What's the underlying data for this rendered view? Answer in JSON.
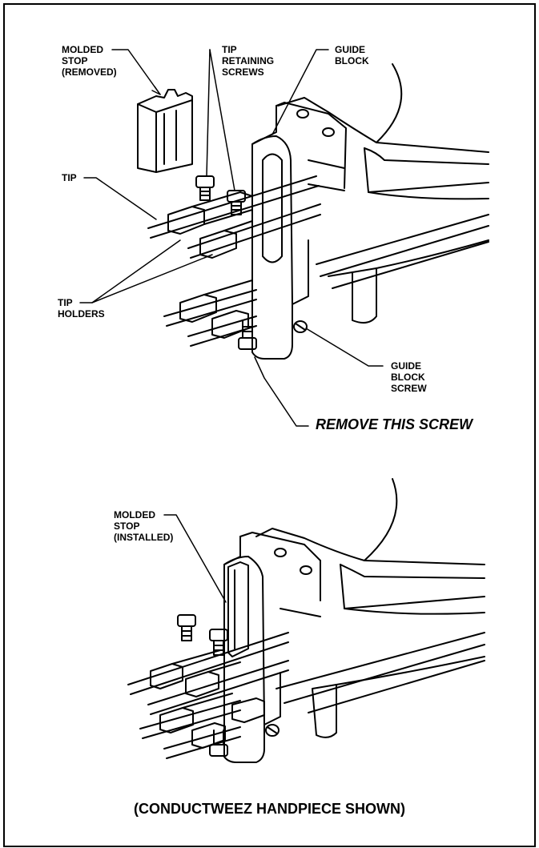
{
  "figure": {
    "callouts_top": {
      "molded_stop_removed": [
        "MOLDED",
        "STOP",
        "(REMOVED)"
      ],
      "tip_retaining_screws": [
        "TIP",
        "RETAINING",
        "SCREWS"
      ],
      "guide_block": [
        "GUIDE",
        "BLOCK"
      ],
      "tip": [
        "TIP"
      ],
      "tip_holders": [
        "TIP",
        "HOLDERS"
      ],
      "guide_block_screw": [
        "GUIDE",
        "BLOCK",
        "SCREW"
      ]
    },
    "instruction": "REMOVE THIS SCREW",
    "callouts_bottom": {
      "molded_stop_installed": [
        "MOLDED",
        "STOP",
        "(INSTALLED)"
      ]
    },
    "caption": "(CONDUCTWEEZ HANDPIECE SHOWN)"
  }
}
